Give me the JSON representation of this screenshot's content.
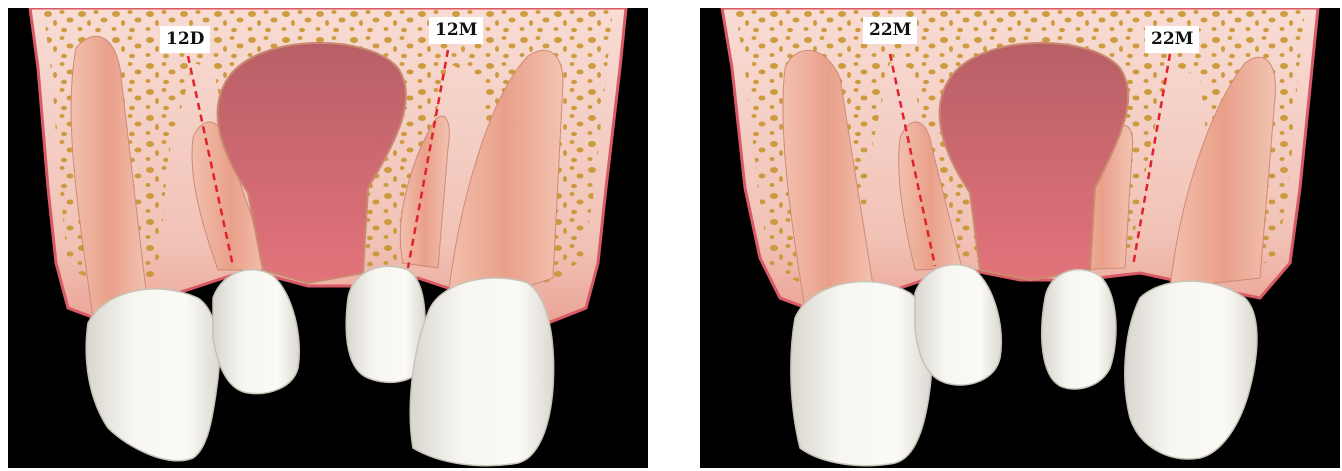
{
  "panels": [
    {
      "id": "left",
      "labels": [
        "12D",
        "12M"
      ]
    },
    {
      "id": "right",
      "labels": [
        "22M",
        "22M"
      ]
    }
  ],
  "colors": {
    "background": "#000000",
    "gum": "#efb9ae",
    "gum_edge": "#d95a66",
    "cavity": "#c8646d",
    "bone_pore": "#c7952f",
    "tooth": "#f4f2ec",
    "root": "#e9a48c",
    "dashed_line": "#e0222c"
  }
}
